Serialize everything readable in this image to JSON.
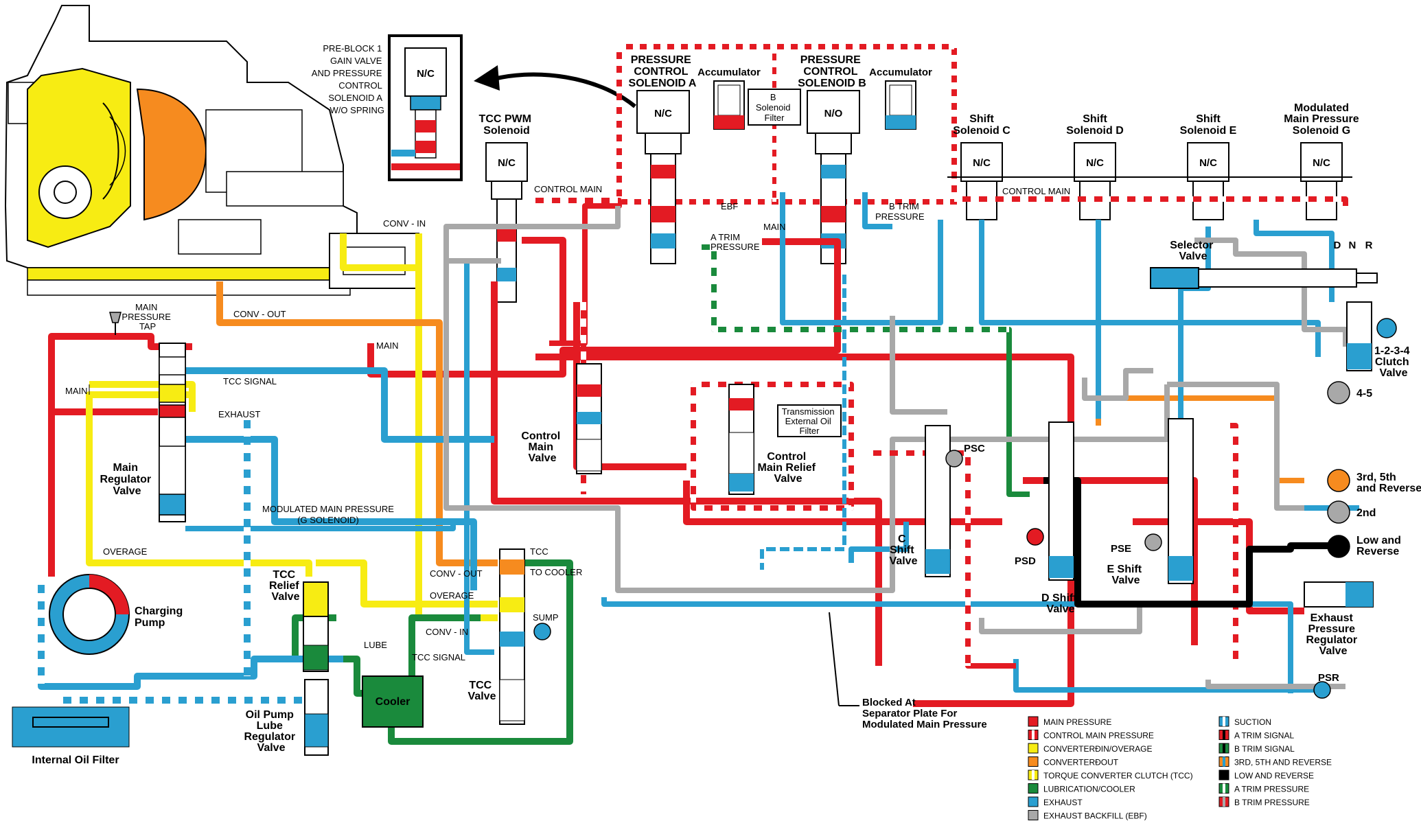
{
  "colors": {
    "main": "#e31b23",
    "control_main": "#e31b23",
    "converter_in": "#f7ec13",
    "converter_out": "#f68b1f",
    "tcc": "#f7ec13",
    "lube": "#1a8a3c",
    "exhaust": "#2a9fd0",
    "ebf": "#a8a8a8",
    "low_reverse": "#000000",
    "suction": "#2a9fd0",
    "oil_bath": "#2a9fd0"
  },
  "labels": {
    "preblock": [
      "PRE-BLOCK 1",
      "GAIN VALVE",
      "AND PRESSURE",
      "CONTROL",
      "SOLENOID A",
      "W/O SPRING"
    ],
    "nc": "N/C",
    "no": "N/O",
    "pcs_a": [
      "PRESSURE",
      "CONTROL",
      "SOLENOID A"
    ],
    "pcs_b": [
      "PRESSURE",
      "CONTROL",
      "SOLENOID B"
    ],
    "accumulator": "Accumulator",
    "b_solenoid_filter": [
      "B",
      "Solenoid",
      "Filter"
    ],
    "tcc_pwm": [
      "TCC PWM",
      "Solenoid"
    ],
    "shift_c": [
      "Shift",
      "Solenoid C"
    ],
    "shift_d": [
      "Shift",
      "Solenoid D"
    ],
    "shift_e": [
      "Shift",
      "Solenoid E"
    ],
    "mod_main_g": [
      "Modulated",
      "Main Pressure",
      "Solenoid G"
    ],
    "control_main": "CONTROL  MAIN",
    "ebf": "EBF",
    "main": "MAIN",
    "a_trim": [
      "A TRIM",
      "PRESSURE"
    ],
    "b_trim": [
      "B TRIM",
      "PRESSURE"
    ],
    "conv_in": "CONV - IN",
    "conv_out": "CONV - OUT",
    "main_pressure_tap": [
      "MAIN",
      "PRESSURE",
      "TAP"
    ],
    "tcc_signal": "TCC SIGNAL",
    "exhaust": "EXHAUST",
    "main_regulator": [
      "Main",
      "Regulator",
      "Valve"
    ],
    "modulated_main": [
      "MODULATED MAIN PRESSURE",
      "(G SOLENOID)"
    ],
    "overage": "OVERAGE",
    "tcc_relief": [
      "TCC",
      "Relief",
      "Valve"
    ],
    "charging_pump": [
      "Charging",
      "Pump"
    ],
    "lube": "LUBE",
    "oil_pump_lube": [
      "Oil Pump",
      "Lube",
      "Regulator",
      "Valve"
    ],
    "internal_filter": "Internal Oil Filter",
    "cooler": "Cooler",
    "tcc_valve": [
      "TCC",
      "Valve"
    ],
    "tcc": "TCC",
    "to_cooler": "TO COOLER",
    "sump": "SUMP",
    "control_main_valve": [
      "Control",
      "Main",
      "Valve"
    ],
    "control_main_relief": [
      "Control",
      "Main Relief",
      "Valve"
    ],
    "trans_ext_filter": [
      "Transmission",
      "External Oil",
      "Filter"
    ],
    "selector_valve": [
      "Selector",
      "Valve"
    ],
    "dnr": [
      "D",
      "N",
      "R"
    ],
    "clutch_1234": [
      "1-2-3-4",
      "Clutch",
      "Valve"
    ],
    "c_shift": [
      "C",
      "Shift",
      "Valve"
    ],
    "d_shift": [
      "D Shift",
      "Valve"
    ],
    "e_shift": [
      "E Shift",
      "Valve"
    ],
    "psc": "PSC",
    "psd": "PSD",
    "pse": "PSE",
    "psr": "PSR",
    "out_45": "4-5",
    "out_3rd": [
      "3rd, 5th",
      "and Reverse"
    ],
    "out_2nd": "2nd",
    "out_low": [
      "Low and",
      "Reverse"
    ],
    "exhaust_reg": [
      "Exhaust",
      "Pressure",
      "Regulator",
      "Valve"
    ],
    "blocked": [
      "Blocked  At",
      "Separator Plate For",
      "Modulated Main  Pressure"
    ]
  },
  "legend": {
    "left": [
      {
        "label": "MAIN  PRESSURE",
        "color": "#e31b23",
        "style": "solid"
      },
      {
        "label": "CONTROL MAIN PRESSURE",
        "color": "#e31b23",
        "style": "striped"
      },
      {
        "label": "CONVERTERÐIN/OVERAGE",
        "color": "#f7ec13",
        "style": "solid"
      },
      {
        "label": "CONVERTERÐOUT",
        "color": "#f68b1f",
        "style": "solid"
      },
      {
        "label": "TORQUE CONVERTER CLUTCH (TCC)",
        "color": "#f7ec13",
        "style": "striped"
      },
      {
        "label": "LUBRICATION/COOLER",
        "color": "#1a8a3c",
        "style": "solid"
      },
      {
        "label": "EXHAUST",
        "color": "#2a9fd0",
        "style": "solid"
      },
      {
        "label": "EXHAUST BACKFILL (EBF)",
        "color": "#a8a8a8",
        "style": "solid"
      }
    ],
    "right": [
      {
        "label": "SUCTION",
        "color": "#2a9fd0",
        "style": "striped"
      },
      {
        "label": "A TRIM  SIGNAL",
        "color": "#e31b23",
        "style": "half-black"
      },
      {
        "label": "B TRIM  SIGNAL",
        "color": "#1a8a3c",
        "style": "half-black"
      },
      {
        "label": "3RD, 5TH AND REVERSE",
        "color": "#f68b1f",
        "style": "half-blue"
      },
      {
        "label": "LOW AND REVERSE",
        "color": "#000000",
        "style": "solid"
      },
      {
        "label": "A TRIM  PRESSURE",
        "color": "#1a8a3c",
        "style": "striped"
      },
      {
        "label": "B TRIM  PRESSURE",
        "color": "#e31b23",
        "style": "half-gray"
      }
    ]
  }
}
